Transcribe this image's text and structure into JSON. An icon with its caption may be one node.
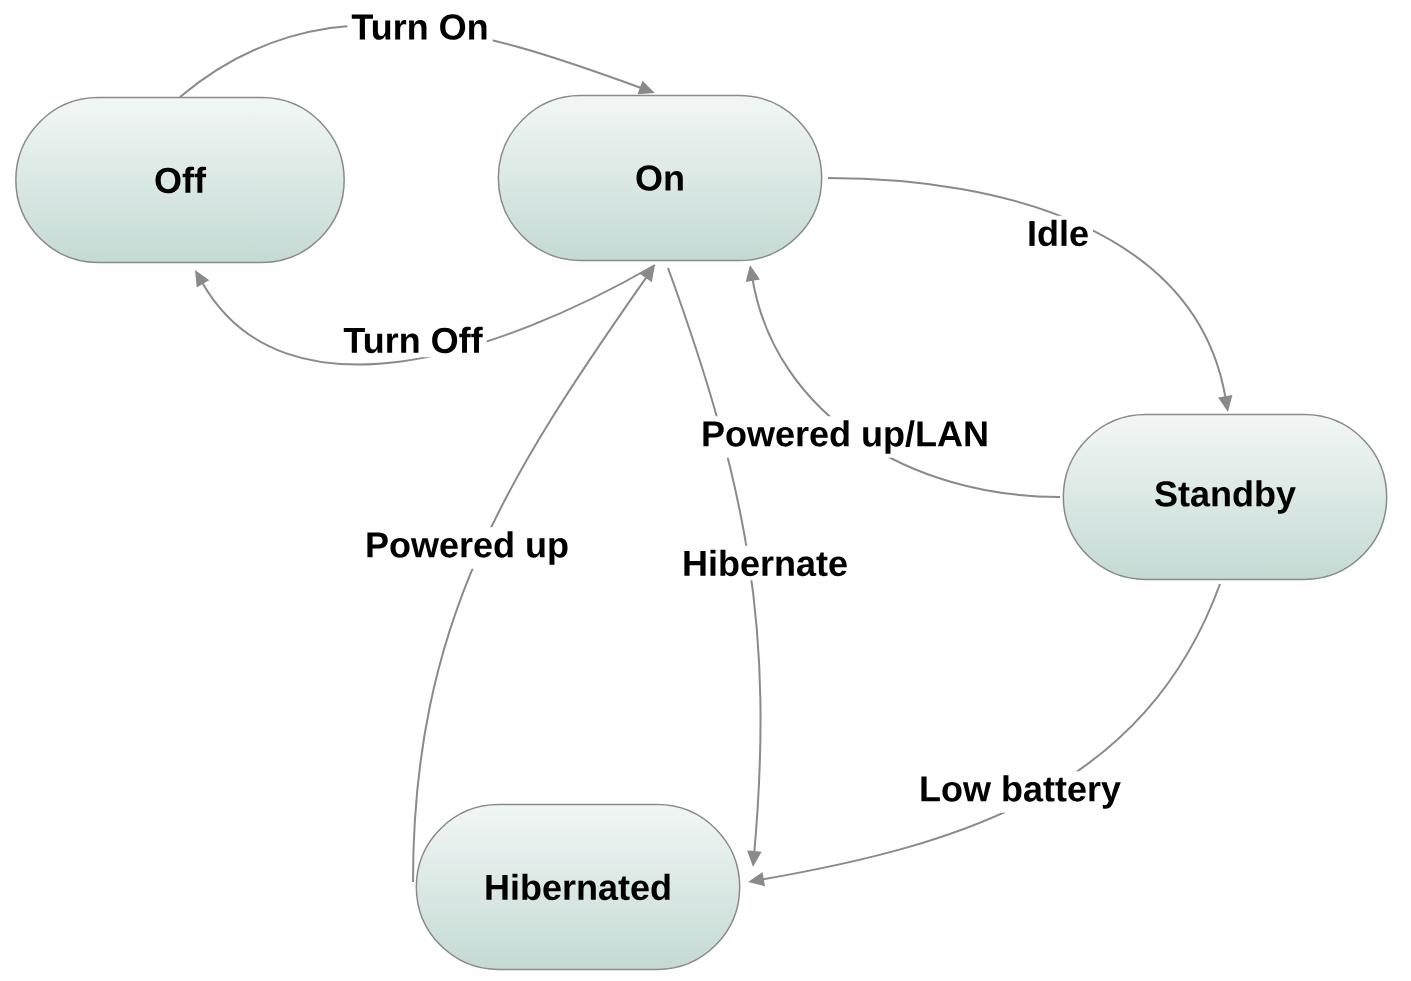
{
  "diagram": {
    "nodes": [
      {
        "text": [
          "Off"
        ]
      },
      {
        "text": [
          "On"
        ]
      },
      {
        "text": [
          "Standby"
        ]
      },
      {
        "text": [
          "Hibernated"
        ]
      }
    ],
    "edges": [
      {
        "from": 0,
        "to": 1,
        "arrow": "to",
        "label": "Turn On"
      },
      {
        "from": 1,
        "to": 0,
        "arrow": "to",
        "label": "Turn Off"
      },
      {
        "from": 1,
        "to": 2,
        "arrow": "to",
        "label": "Idle"
      },
      {
        "from": 2,
        "to": 1,
        "arrow": "to",
        "label": "Powered up/LAN"
      },
      {
        "from": 1,
        "to": 3,
        "arrow": "to",
        "label": "Hibernate"
      },
      {
        "from": 3,
        "to": 1,
        "arrow": "to",
        "label": "Powered up"
      },
      {
        "from": 2,
        "to": 3,
        "arrow": "to",
        "label": "Low battery"
      }
    ]
  }
}
